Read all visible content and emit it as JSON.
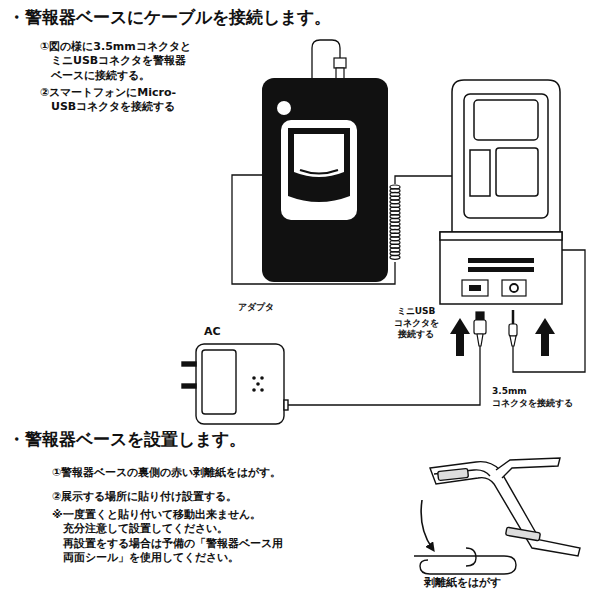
{
  "diagram": {
    "title": "・警報器ベースにケーブルを接続します。",
    "labels": [
      "①図の様に3.5mmコネクタと ミニUSBコネクタを警報器 ベースに接続する。",
      "②スマートフォンにMicro- USBコネクタを接続する",
      "アダプタ",
      "AC",
      "ミニUSB コネクタを 接続する",
      "3.5mm コネクタを接続する",
      "・警報器ベースを設置します。",
      "①警報器ベースの裏側の赤い剥離紙をはがす。",
      "②展示する場所に貼り付け設置する。",
      "※一度置くと貼り付いて移動出来ません。 充分注意して設置してください。 再設置をする場合は予備の「警報器ベース用 両面シール」を使用してください。",
      "剥離紙をはがす"
    ]
  }
}
